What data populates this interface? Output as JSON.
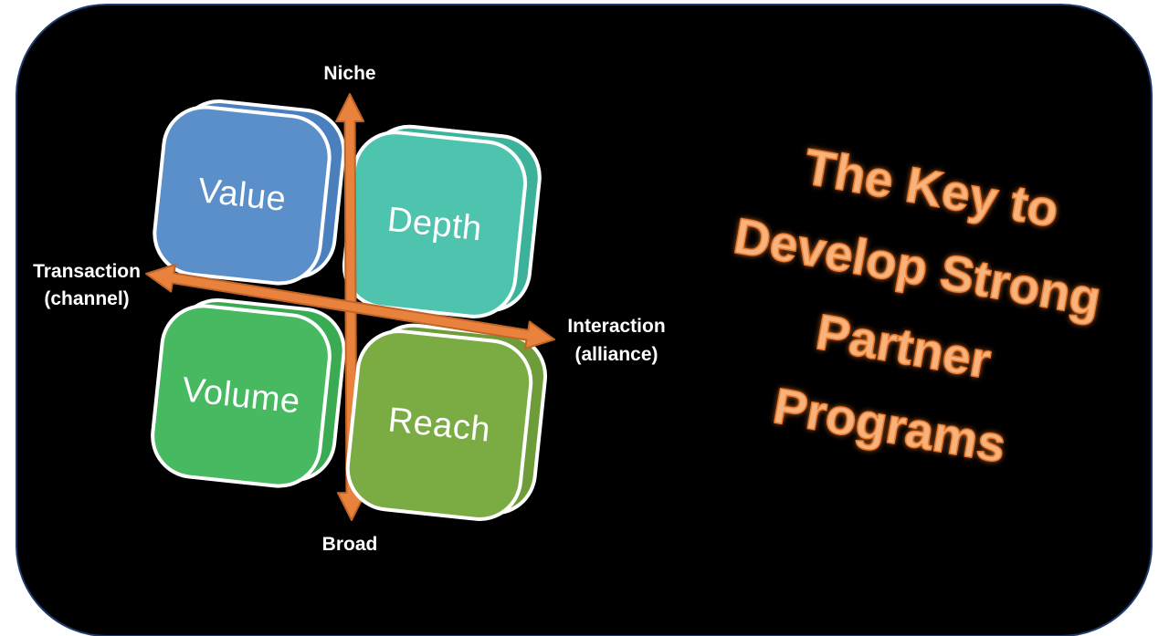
{
  "slide": {
    "background": "#000000",
    "page_background": "#ffffff",
    "border_color": "#1e3a6e"
  },
  "matrix": {
    "quadrants": [
      {
        "label": "Value",
        "color": "#5b8fc9",
        "color_dark": "#4a80bd"
      },
      {
        "label": "Depth",
        "color": "#4ec3ad",
        "color_dark": "#3db29b"
      },
      {
        "label": "Volume",
        "color": "#47b961",
        "color_dark": "#3aab53"
      },
      {
        "label": "Reach",
        "color": "#7bab43",
        "color_dark": "#6d9c38"
      }
    ],
    "axis_labels": {
      "top": "Niche",
      "bottom": "Broad",
      "left_line1": "Transaction",
      "left_line2": "(channel)",
      "right_line1": "Interaction",
      "right_line2": "(alliance)"
    },
    "arrow": {
      "fill": "#e8823c",
      "outline": "#c06526"
    }
  },
  "title": {
    "lines": [
      "The Key to",
      "Develop Strong",
      "Partner",
      "Programs"
    ],
    "fill": "#f8b37c",
    "outline": "#ed7d31"
  }
}
